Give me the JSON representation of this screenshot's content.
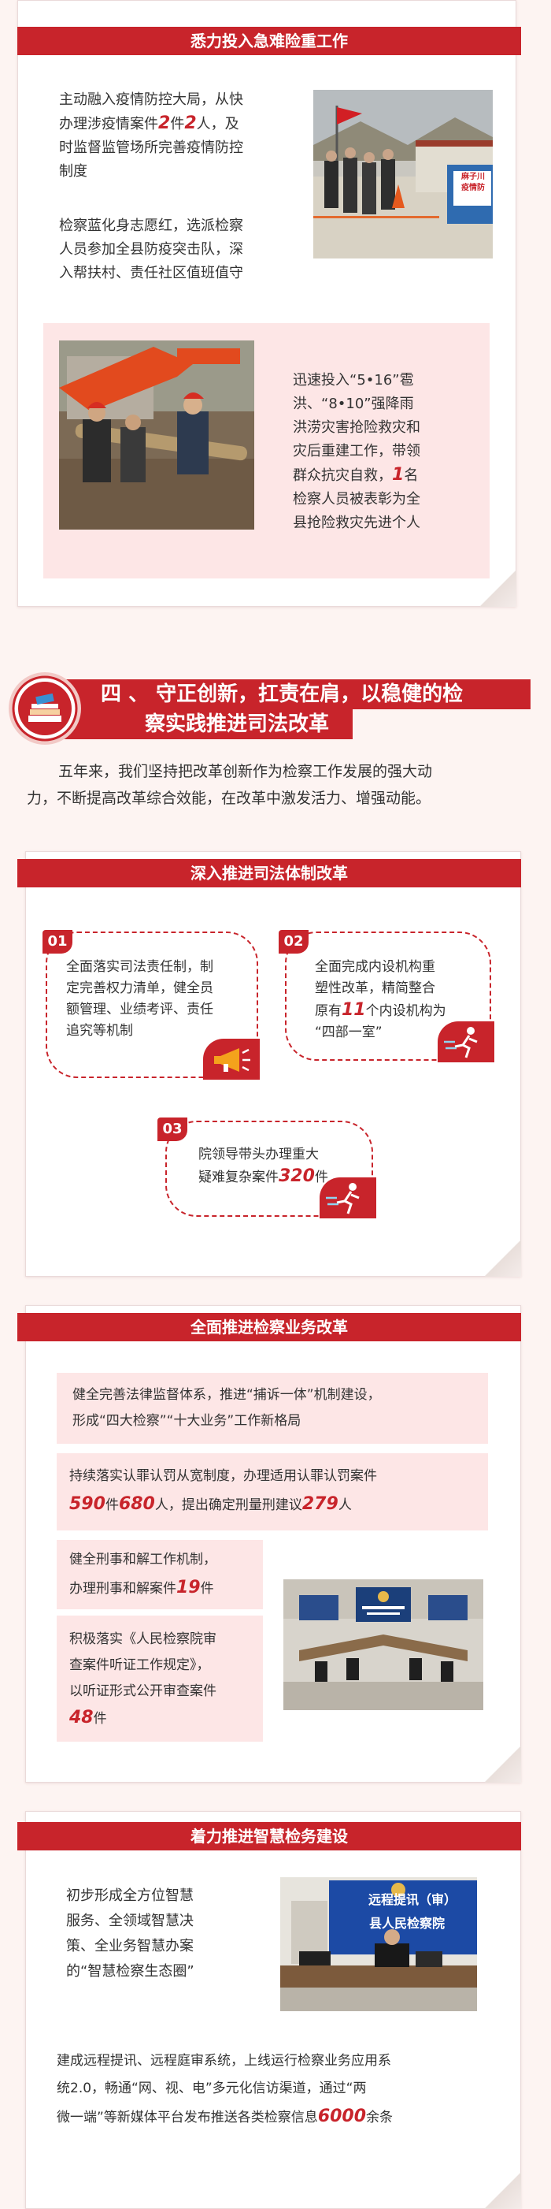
{
  "section1": {
    "band": "悉力投入急难险重工作",
    "p1_a": "主动融入疫情防控大局，从快",
    "p1_b": "办理涉疫情案件",
    "p1_n1": "2",
    "p1_u1": "件",
    "p1_n2": "2",
    "p1_u2": "人，及",
    "p1_c": "时监督监管场所完善疫情防控",
    "p1_d": "制度",
    "p2_a": "检察蓝化身志愿红，选派检察",
    "p2_b": "人员参加全县防疫突击队，深",
    "p2_c": "入帮扶村、责任社区值班值守",
    "sign1": "麻子川",
    "sign2": "疫情防",
    "p3_a": "迅速投入“5•16”雹",
    "p3_b": "洪、“8•10”强降雨",
    "p3_c": "洪涝灾害抢险救灾和",
    "p3_d": "灾后重建工作，带领",
    "p3_e": "群众抗灾自救，",
    "p3_n": "1",
    "p3_u": "名",
    "p3_f": "检察人员被表彰为全",
    "p3_g": "县抢险救灾先进个人"
  },
  "section4": {
    "title_a": "四 、 守正创新，扛责在肩，以稳健的检",
    "title_b": "察实践推进司法改革",
    "intro_a": "五年来，我们坚持把改革创新作为检察工作发展的强大动",
    "intro_b": "力，不断提高改革综合效能，在改革中激发活力、增强动能。"
  },
  "reform1": {
    "band": "深入推进司法体制改革",
    "n1": "01",
    "t1_a": "全面落实司法责任制，制",
    "t1_b": "定完善权力清单，健全员",
    "t1_c": "额管理、业绩考评、责任",
    "t1_d": "追究等机制",
    "n2": "02",
    "t2_a": "全面完成内设机构重",
    "t2_b": "塑性改革，精简整合",
    "t2_c": "原有",
    "t2_num": "11",
    "t2_d": "个内设机构为",
    "t2_e": "“四部一室”",
    "n3": "03",
    "t3_a": "院领导带头办理重大",
    "t3_b": "疑难复杂案件",
    "t3_num": "320",
    "t3_u": "件"
  },
  "reform2": {
    "band": "全面推进检察业务改革",
    "b1_a": "健全完善法律监督体系，推进“捕诉一体”机制建设，",
    "b1_b": "形成“四大检察”“十大业务”工作新格局",
    "b2_a": "持续落实认罪认罚从宽制度，办理适用认罪认罚案件",
    "b2_n1": "590",
    "b2_u1": "件",
    "b2_n2": "680",
    "b2_u2": "人，提出确定刑量刑建议",
    "b2_n3": "279",
    "b2_u3": "人",
    "b3_a": "健全刑事和解工作机制，",
    "b3_b": "办理刑事和解案件",
    "b3_n": "19",
    "b3_u": "件",
    "b4_a": "积极落实《人民检察院审",
    "b4_b": "查案件听证工作规定》，",
    "b4_c": "以听证形式公开审查案件",
    "b4_n": "48",
    "b4_u": "件"
  },
  "reform3": {
    "band": "着力推进智慧检务建设",
    "p1_a": "初步形成全方位智慧",
    "p1_b": "服务、全领域智慧决",
    "p1_c": "策、全业务智慧办案",
    "p1_d": "的“智慧检察生态圈”",
    "screen_a": "远程提讯（审）",
    "screen_b": "县人民检察院",
    "p2_a": "建成远程提讯、远程庭审系统，上线运行检察业务应用系",
    "p2_b": "统2.0，畅通“网、视、电”多元化信访渠道，通过“两",
    "p2_c": "微一端”等新媒体平台发布推送各类检察信息",
    "p2_n": "6000",
    "p2_u": "余条"
  }
}
